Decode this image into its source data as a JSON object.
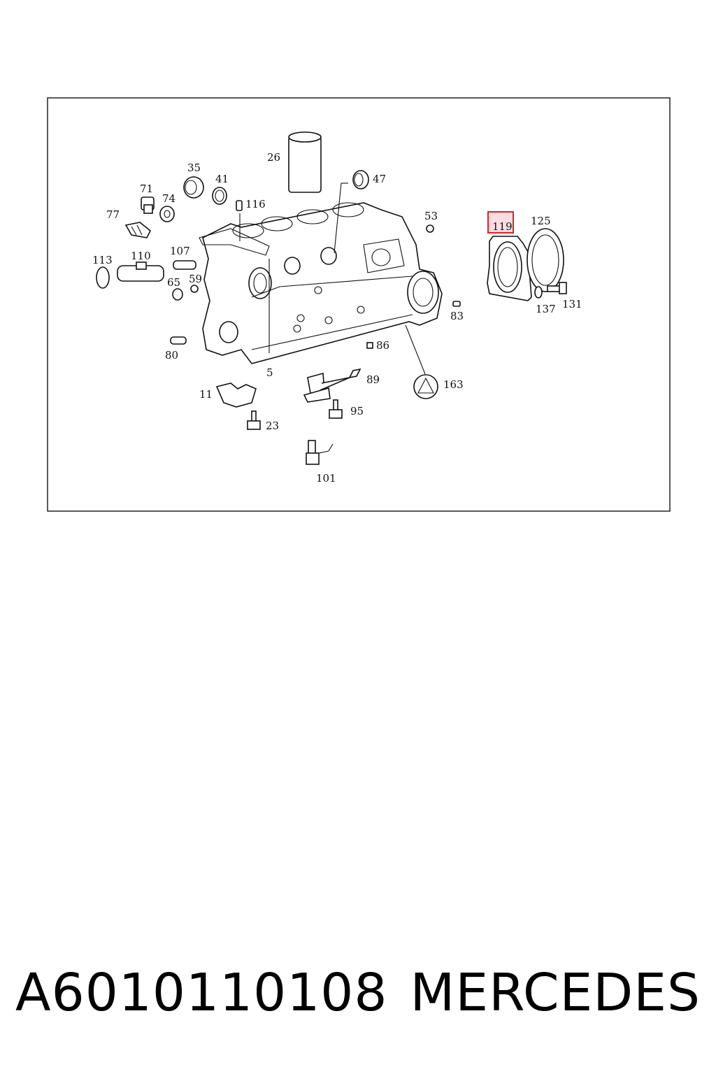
{
  "diagram": {
    "callouts": [
      "26",
      "35",
      "41",
      "47",
      "71",
      "74",
      "77",
      "116",
      "53",
      "119",
      "125",
      "113",
      "110",
      "107",
      "65",
      "59",
      "83",
      "137",
      "131",
      "80",
      "86",
      "5",
      "89",
      "163",
      "11",
      "95",
      "23",
      "101"
    ],
    "highlighted_callout": "119",
    "highlight_color": "#d22222"
  },
  "footer": {
    "part_number": "A6010110108",
    "brand": "MERCEDES"
  }
}
